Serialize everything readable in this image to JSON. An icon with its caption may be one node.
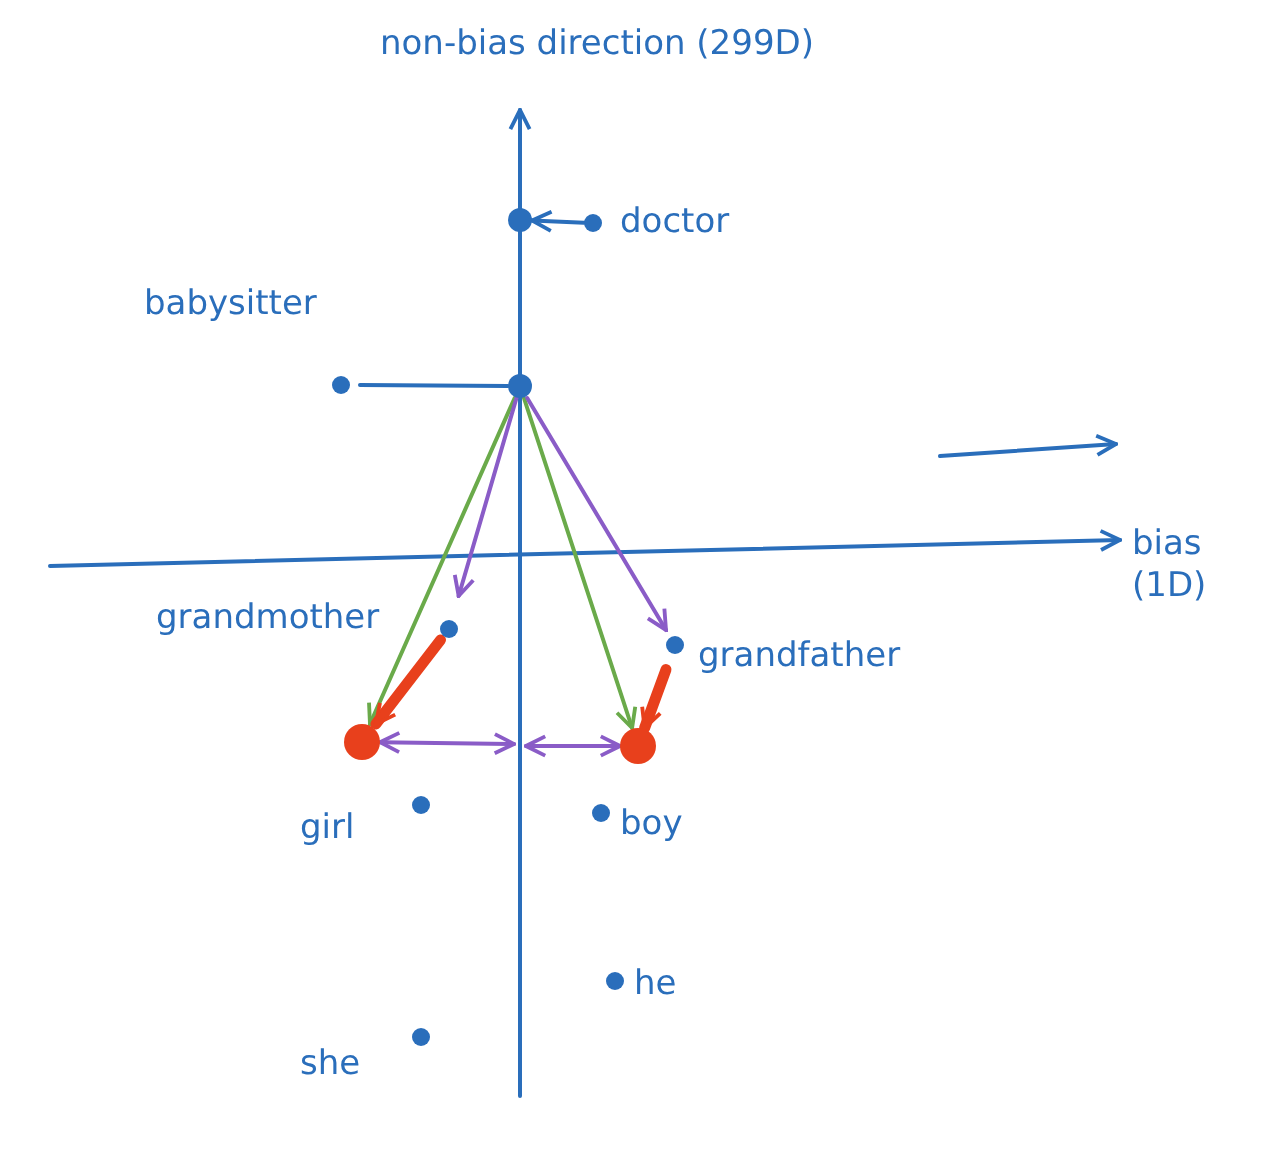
{
  "diagram": {
    "nodes": [
      {
        "text": [
          "doctor"
        ]
      },
      {
        "text": [],
        "shape": "circle"
      },
      {
        "text": [
          "babysitter"
        ]
      },
      {
        "text": [],
        "shape": "circle"
      },
      {
        "text": [
          "grandmother"
        ]
      },
      {
        "text": [
          "grandfather"
        ]
      },
      {
        "text": [],
        "shape": "circle"
      },
      {
        "text": [],
        "shape": "circle"
      },
      {
        "text": [
          "girl"
        ]
      },
      {
        "text": [
          "boy"
        ]
      },
      {
        "text": [
          "he"
        ]
      },
      {
        "text": [
          "she"
        ]
      }
    ],
    "edges": [
      {
        "from": 0,
        "to": 1,
        "arrow": "to",
        "color": "#2a6ebb"
      },
      {
        "from": 2,
        "to": 3,
        "arrow": "none",
        "color": "#2a6ebb"
      },
      {
        "from": 3,
        "to": 6,
        "arrow": "to",
        "color": "#6aaa4a"
      },
      {
        "from": 3,
        "to": 4,
        "arrow": "to",
        "color": "#8a5cc7"
      },
      {
        "from": 3,
        "to": 7,
        "arrow": "to",
        "color": "#6aaa4a"
      },
      {
        "from": 3,
        "to": 5,
        "arrow": "to",
        "color": "#8a5cc7"
      },
      {
        "from": 4,
        "to": 6,
        "arrow": "to",
        "style": "thick",
        "color": "#e8401c"
      },
      {
        "from": 5,
        "to": 7,
        "arrow": "to",
        "style": "thick",
        "color": "#e8401c"
      },
      {
        "from": 6,
        "to": null,
        "arrow": "both",
        "color": "#8a5cc7"
      },
      {
        "from": null,
        "to": 7,
        "arrow": "both",
        "color": "#8a5cc7"
      }
    ],
    "labels": [
      "non-bias direction (299D)",
      "bias (1D)"
    ]
  }
}
